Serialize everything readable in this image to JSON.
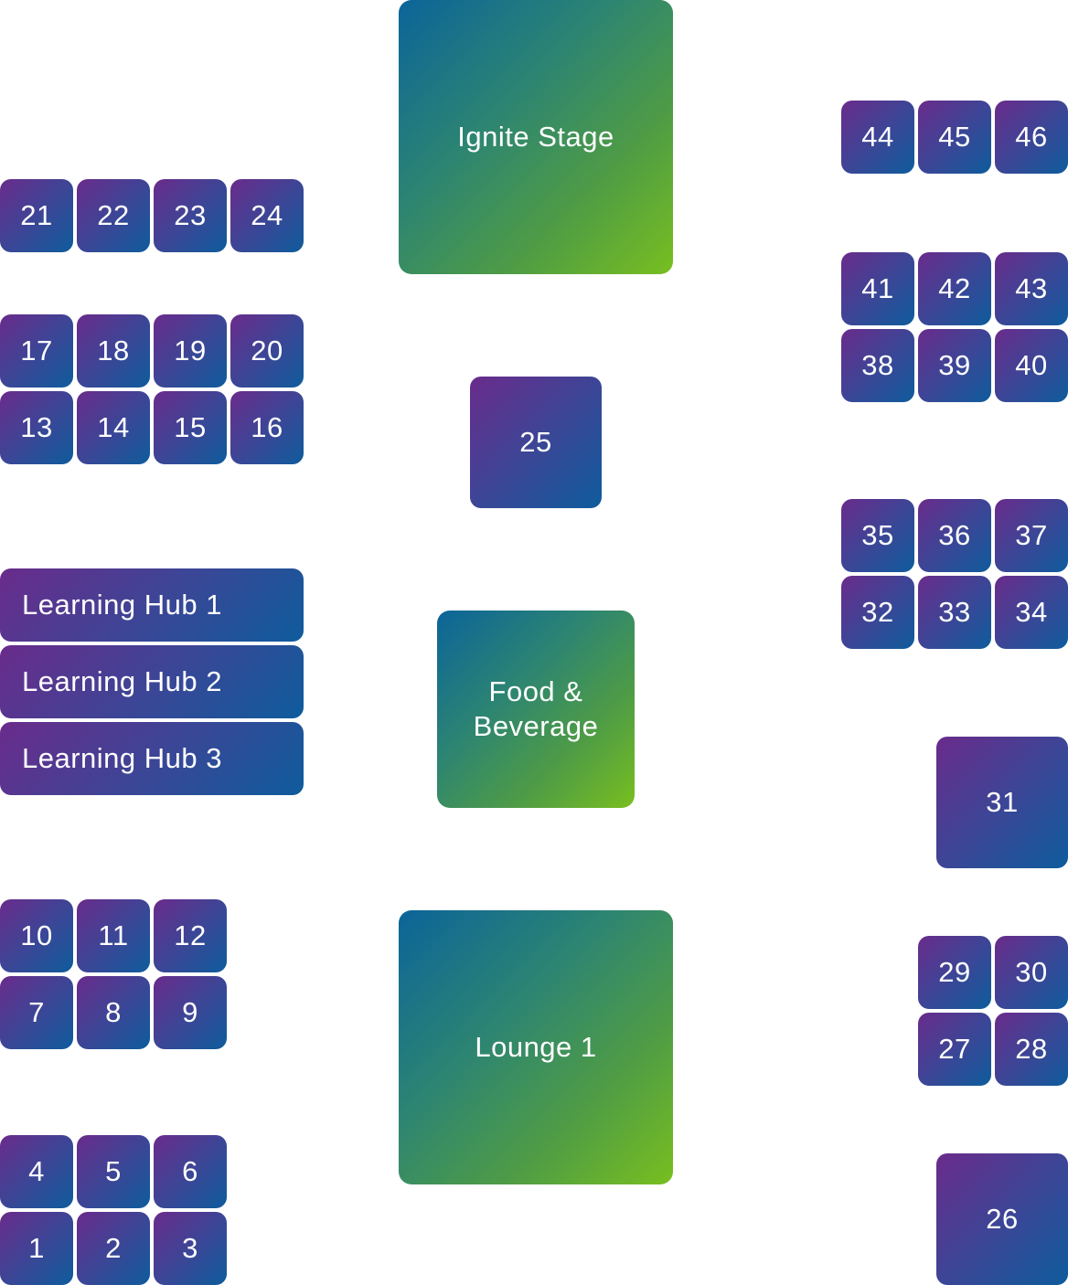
{
  "zones": {
    "ignite": "Ignite Stage",
    "food": "Food & Beverage",
    "lounge": "Lounge 1"
  },
  "hubs": {
    "hub1": "Learning Hub 1",
    "hub2": "Learning Hub 2",
    "hub3": "Learning Hub 3"
  },
  "booths": {
    "b1": "1",
    "b2": "2",
    "b3": "3",
    "b4": "4",
    "b5": "5",
    "b6": "6",
    "b7": "7",
    "b8": "8",
    "b9": "9",
    "b10": "10",
    "b11": "11",
    "b12": "12",
    "b13": "13",
    "b14": "14",
    "b15": "15",
    "b16": "16",
    "b17": "17",
    "b18": "18",
    "b19": "19",
    "b20": "20",
    "b21": "21",
    "b22": "22",
    "b23": "23",
    "b24": "24",
    "b25": "25",
    "b26": "26",
    "b27": "27",
    "b28": "28",
    "b29": "29",
    "b30": "30",
    "b31": "31",
    "b32": "32",
    "b33": "33",
    "b34": "34",
    "b35": "35",
    "b36": "36",
    "b37": "37",
    "b38": "38",
    "b39": "39",
    "b40": "40",
    "b41": "41",
    "b42": "42",
    "b43": "43",
    "b44": "44",
    "b45": "45",
    "b46": "46"
  },
  "colors": {
    "booth_gradient": [
      "#6a2b8b",
      "#3d4596",
      "#0e5c9c"
    ],
    "zone_gradient": [
      "#0b6499",
      "#2c8473",
      "#4f9c45",
      "#78bf1f"
    ]
  }
}
